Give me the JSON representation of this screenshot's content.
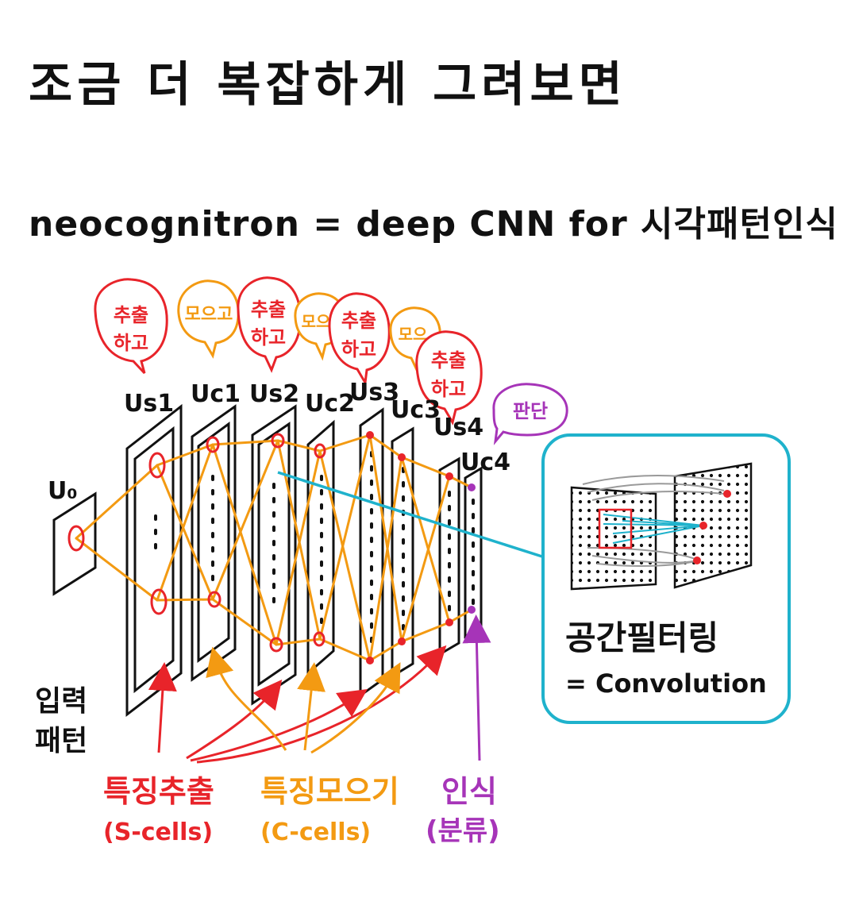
{
  "title": "조금 더 복잡하게 그려보면",
  "subtitle": "neocognitron = deep CNN  for 시각패턴인식",
  "colors": {
    "ink": "#111111",
    "s_cells": "#e8242a",
    "c_cells": "#f39a12",
    "classify": "#a634b8",
    "convolution": "#1fb2cc",
    "weights": "#9a9a9a"
  },
  "bubbles": {
    "extract": "추출하고",
    "extract_line1": "추출",
    "extract_line2": "하고",
    "gather": "모으고",
    "gather_short": "모으",
    "judge": "판단"
  },
  "layers": {
    "u0": "U₀",
    "us1": "Us1",
    "uc1": "Uc1",
    "us2": "Us2",
    "uc2": "Uc2",
    "us3": "Us3",
    "uc3": "Uc3",
    "us4": "Us4",
    "uc4": "Uc4"
  },
  "input_label_line1": "입력",
  "input_label_line2": "패턴",
  "legend": {
    "s_title": "특징추출",
    "s_sub": "(S-cells)",
    "c_title": "특징모으기",
    "c_sub": "(C-cells)",
    "r_title": "인식",
    "r_sub": "(분류)"
  },
  "inset": {
    "title": "공간필터링",
    "sub": "= Convolution"
  }
}
